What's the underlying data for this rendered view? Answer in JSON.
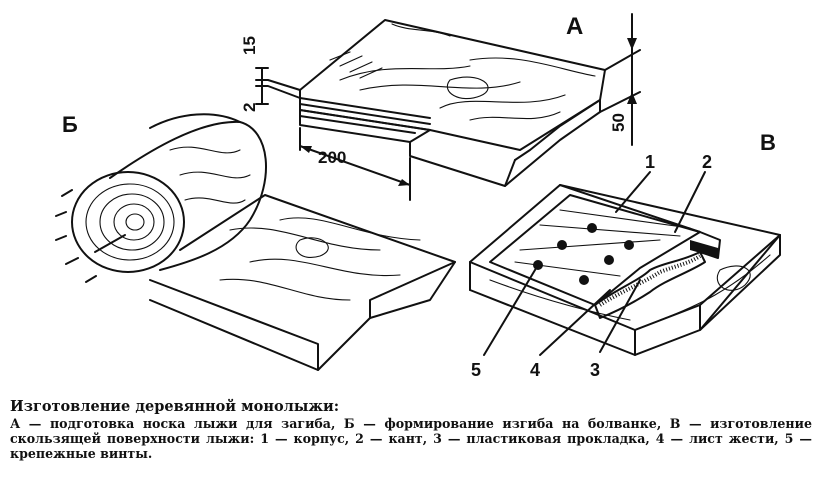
{
  "figure": {
    "part_labels": {
      "a": "А",
      "b": "Б",
      "c": "В"
    },
    "dimensions": {
      "d15": "15",
      "d2": "2",
      "d200": "200",
      "d50": "50"
    },
    "callouts": [
      "1",
      "2",
      "3",
      "4",
      "5"
    ]
  },
  "caption": {
    "title": "Изготовление деревянной монолыжи:",
    "body": "А — подготовка носка лыжи для загиба, Б — формирование изгиба на болванке, В — изготовление скользящей поверхности лыжи: 1 — корпус, 2 — кант, 3 — пластиковая прокладка, 4 — лист жести, 5 — крепежные винты."
  }
}
